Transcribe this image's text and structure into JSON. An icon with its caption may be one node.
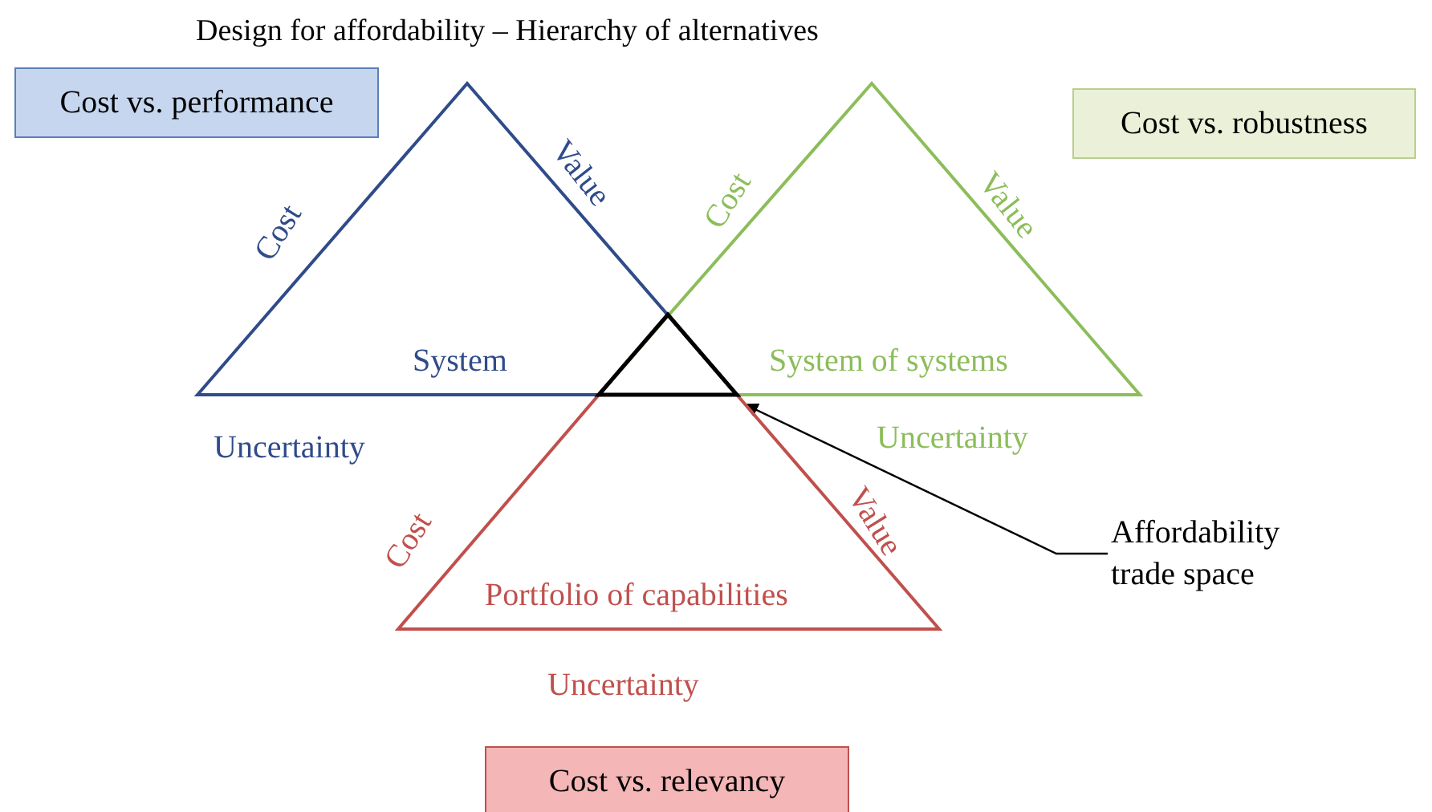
{
  "diagram": {
    "title": "Design for affordability – Hierarchy of alternatives",
    "nodes": [
      {
        "text": [
          "Cost vs. performance"
        ]
      },
      {
        "text": [
          "System"
        ],
        "beside": [
          "Cost",
          "Value",
          "Uncertainty"
        ]
      },
      {
        "text": [
          "Cost vs. robustness"
        ]
      },
      {
        "text": [
          "System of systems"
        ],
        "beside": [
          "Cost",
          "Value"
        ]
      },
      {
        "text": [
          "Cost",
          "Value",
          "Portfolio of capabilities"
        ],
        "beside": [
          "Uncertainty"
        ]
      },
      {
        "text": [],
        "shape": "triangle"
      },
      {
        "text": [
          "Affordability trade space"
        ]
      },
      {
        "text": [
          "Cost vs. relevancy"
        ]
      }
    ],
    "edges": [
      {
        "from": 6,
        "to": 5,
        "arrow": "to"
      }
    ],
    "labels": [
      "Uncertainty"
    ]
  }
}
